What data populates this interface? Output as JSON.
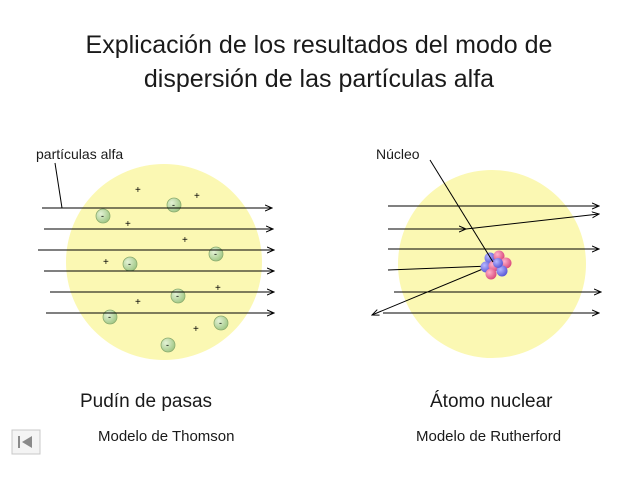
{
  "title": {
    "line1": "Explicación de los resultados del modo de",
    "line2": "dispersión de las partículas alfa"
  },
  "thomson": {
    "pointer_label": "partículas alfa",
    "model_name": "Pudín de pasas",
    "model_subtitle": "Modelo de Thomson",
    "positive_symbol": "+",
    "negative_symbol": "-"
  },
  "rutherford": {
    "pointer_label": "Núcleo",
    "model_name": "Átomo nuclear",
    "model_subtitle": "Modelo de Rutherford"
  },
  "colors": {
    "atom_fill": "#fbf8b3",
    "line": "#000000",
    "electron_fill": "#bcd8a3",
    "proton": "#e35d8c",
    "neutron": "#6f6fe6"
  },
  "navigation": {
    "back_icon": "first-slide-icon"
  }
}
